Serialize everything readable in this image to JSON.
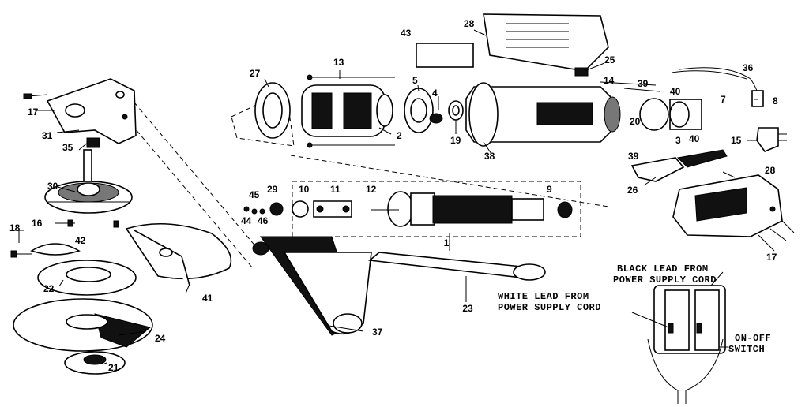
{
  "callouts": [
    "1",
    "2",
    "3",
    "4",
    "5",
    "7",
    "8",
    "9",
    "10",
    "11",
    "12",
    "13",
    "14",
    "15",
    "16",
    "17",
    "17",
    "18",
    "19",
    "20",
    "21",
    "22",
    "23",
    "24",
    "25",
    "26",
    "27",
    "28",
    "28",
    "29",
    "30",
    "31",
    "35",
    "36",
    "37",
    "38",
    "39",
    "39",
    "40",
    "40",
    "41",
    "42",
    "43",
    "44",
    "45",
    "46"
  ],
  "wiring": {
    "black_lead": [
      "BLACK LEAD FROM",
      "POWER SUPPLY CORD"
    ],
    "white_lead": [
      "WHITE LEAD FROM",
      "POWER SUPPLY CORD"
    ],
    "switch": [
      "ON-OFF",
      "SWITCH"
    ]
  }
}
